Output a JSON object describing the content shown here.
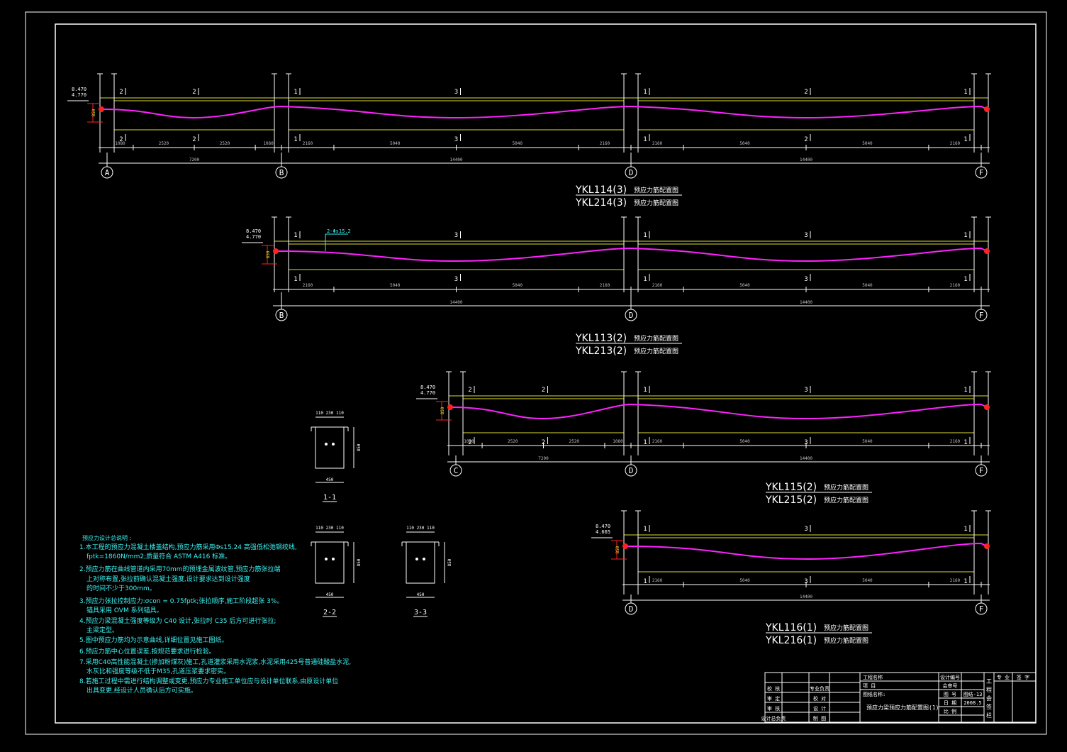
{
  "beams": [
    {
      "title1": "YKL114(3)",
      "title2": "YKL214(3)",
      "suffix": "预应力筋配置图",
      "elev": [
        "8.470",
        "4.770"
      ],
      "height_label": "850",
      "axes": [
        "A",
        "B",
        "D",
        "F"
      ],
      "spans": [
        "7200",
        "14400",
        "14400"
      ],
      "segments": [
        "1080",
        "2520",
        "2520",
        "1080",
        "2160",
        "5040",
        "5040",
        "2160",
        "2160",
        "5040",
        "5040",
        "2160"
      ],
      "section_marks": [
        "2",
        "2",
        "1",
        "3",
        "1",
        "2",
        "1"
      ]
    },
    {
      "title1": "YKL113(2)",
      "title2": "YKL213(2)",
      "suffix": "预应力筋配置图",
      "elev": [
        "8.470",
        "4.770"
      ],
      "height_label": "850",
      "rebar_label": "2-Φs15.2",
      "axes": [
        "B",
        "D",
        "F"
      ],
      "spans": [
        "14400",
        "14400"
      ],
      "segments": [
        "2160",
        "5040",
        "5040",
        "2160",
        "2160",
        "5040",
        "5040",
        "2160"
      ],
      "section_marks": [
        "1",
        "3",
        "1",
        "3",
        "1"
      ]
    },
    {
      "title1": "YKL115(2)",
      "title2": "YKL215(2)",
      "suffix": "预应力筋配置图",
      "elev": [
        "8.470",
        "4.770"
      ],
      "height_label": "850",
      "axes": [
        "C",
        "D",
        "F"
      ],
      "spans": [
        "7200",
        "14400"
      ],
      "segments": [
        "1080",
        "2520",
        "2520",
        "1080",
        "2160",
        "5040",
        "5040",
        "2160"
      ],
      "section_marks": [
        "2",
        "2",
        "1",
        "3",
        "1"
      ]
    },
    {
      "title1": "YKL116(1)",
      "title2": "YKL216(1)",
      "suffix": "预应力筋配置图",
      "elev": [
        "8.470",
        "4.665"
      ],
      "height_label": "850",
      "axes": [
        "D",
        "F"
      ],
      "spans": [
        "14400"
      ],
      "segments": [
        "2160",
        "5040",
        "5040",
        "2160"
      ],
      "section_marks": [
        "1",
        "3",
        "1"
      ]
    }
  ],
  "sections": [
    {
      "label": "1-1",
      "dims_top": "110 230 110",
      "width": "450",
      "height": "850"
    },
    {
      "label": "2-2",
      "dims_top": "110 230 110",
      "width": "450",
      "height": "850"
    },
    {
      "label": "3-3",
      "dims_top": "110 230 110",
      "width": "450",
      "height": "850"
    }
  ],
  "notes": {
    "heading": "预应力设计总说明 :",
    "lines": [
      "1.本工程的预应力混凝土楼盖结构,预应力筋采用Φs15.24 高强低松弛钢绞线,",
      "fptk=1860N/mm2;质量符合 ASTM A416 标准。",
      "2.预应力筋在曲线管道内采用70mm的预埋金属波纹管,预应力筋张拉端",
      "上对称布置,张拉前确认混凝土强度,设计要求达到设计强度",
      "的时间不少于300mm。",
      "3.预应力张拉控制应力:σcon = 0.75fptk;张拉顺序,施工阶段超张 3%。",
      "锚具采用 OVM 系列锚具。",
      "4.预应力梁混凝土强度等级为 C40 设计,张拉时 C35 后方可进行张拉;",
      "主梁定型。",
      "5.图中预应力筋均为示意曲线,详细位置见施工图纸。",
      "6.预应力筋中心位置误差,按规范要求进行检验。",
      "7.采用C40高性能混凝土(掺加粉煤灰)施工,孔道灌浆采用水泥浆,水泥采用425号普通硅酸盐水泥,",
      "水灰比和强度等级不低于M35,孔道压浆要求密实。",
      "8.若施工过程中需进行结构调整或变更,预应力专业施工单位应与设计单位联系,由原设计单位",
      "出具变更,经设计人员确认后方可实施。"
    ]
  },
  "title_block": {
    "c1": [
      "校 核",
      "审 定",
      "审 核",
      "设计总负责"
    ],
    "c2": [
      "专业负责",
      "校 对",
      "设 计",
      "制 图"
    ],
    "c3": [
      "工程名称",
      "项 目",
      "图纸名称:"
    ],
    "drawing_name": "预应力梁预应力筋配置图(1)",
    "c4": [
      "设计编号",
      "会审号",
      "图 号",
      "日 期",
      "比 例"
    ],
    "c5": [
      "图结-13",
      "2008.5"
    ],
    "stamp": "工程会签栏",
    "right_head": [
      "专 业",
      "签 字"
    ]
  }
}
